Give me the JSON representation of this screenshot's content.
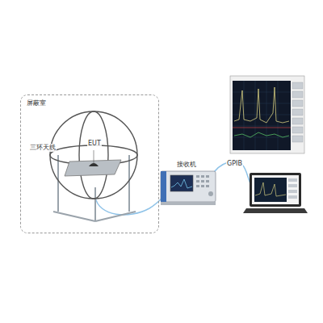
{
  "diagram": {
    "nodes": [
      {
        "text": [
          "屏蔽室"
        ]
      },
      {
        "text": [
          "接收机"
        ]
      }
    ],
    "labels": [
      "三环天线",
      "EUT",
      "GPIB"
    ]
  }
}
